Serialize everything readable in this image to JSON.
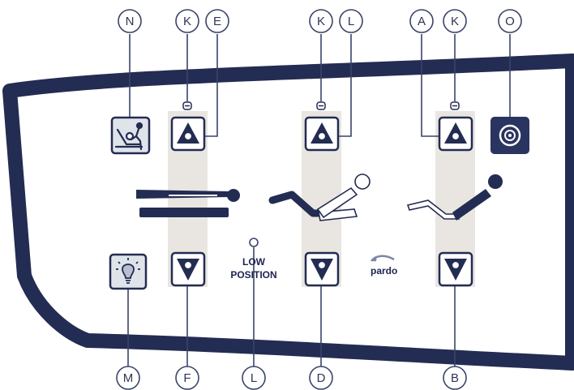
{
  "colors": {
    "navy": "#232c52",
    "callout": "#3a4468",
    "slider_track": "#e9e5e0",
    "icon_bg": "#dfe3ea",
    "power_bg": "#2a3460",
    "background": "#ffffff"
  },
  "callouts": {
    "top": [
      "N",
      "K",
      "E",
      "K",
      "L",
      "A",
      "K",
      "O"
    ],
    "bottom": [
      "M",
      "F",
      "L",
      "D",
      "B"
    ]
  },
  "panel": {
    "low_position_line1": "LOW",
    "low_position_line2": "POSITION",
    "brand": "pardo"
  },
  "icons": {
    "nurse_icon": "person-with-bed-icon",
    "lamp_icon": "light-bulb-icon",
    "power_icon": "power-button-icon",
    "up_arrow": "triangle-up-icon",
    "down_arrow": "triangle-down-icon",
    "lock_led": "padlock-indicator-icon"
  }
}
